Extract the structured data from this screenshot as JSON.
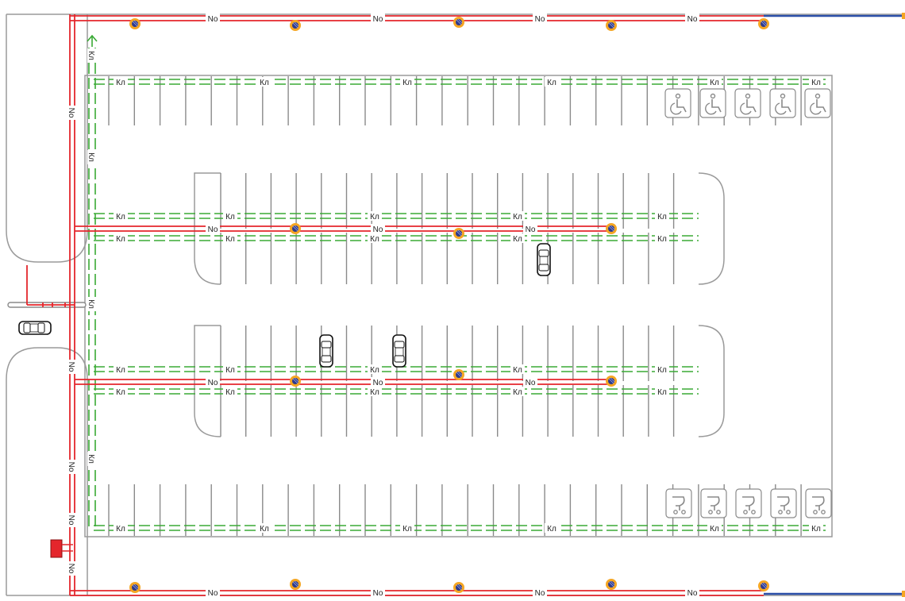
{
  "labels": {
    "red_line": "No",
    "green_line": "Кл"
  },
  "icons": {
    "accessible": "wheelchair-icon",
    "stroller": "stroller-icon",
    "car": "car-icon",
    "camera": "camera-icon",
    "barrier": "barrier-icon",
    "cabinet": "cabinet-icon"
  },
  "colors": {
    "red_cable": "#e4262c",
    "green_cable": "#3aaa35",
    "blue_cable": "#2b4fa8",
    "orange_device": "#f5a623",
    "navy_device": "#2e3a8c",
    "lines": "#8a8a8a"
  },
  "counts": {
    "accessible_spots": 5,
    "stroller_spots": 5,
    "cars": 4
  }
}
